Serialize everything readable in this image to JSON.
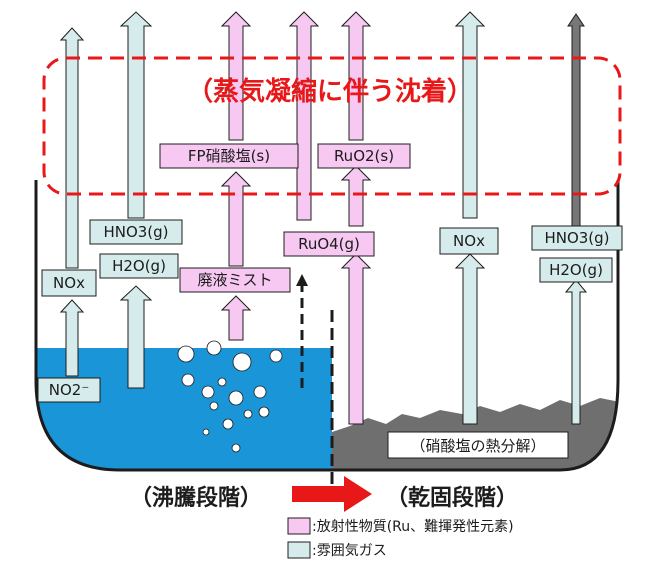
{
  "colors": {
    "pink": "#f7c8f2",
    "cyan": "#d6ecec",
    "liquid": "#1a96d8",
    "solid": "#6f6f6f",
    "red": "#e81818",
    "text": "#1c1c1c"
  },
  "condensation_label": "（蒸気凝縮に伴う沈着）",
  "labels": {
    "nox_left": "NOx",
    "no2_ion": "NO2⁻",
    "hno3_left": "HNO3(g)",
    "h2o_left": "H2O(g)",
    "fp_nitrate": "FP硝酸塩(s)",
    "waste_mist": "廃液ミスト",
    "ruo4": "RuO4(g)",
    "ruo2": "RuO2(s)",
    "nox_right": "NOx",
    "hno3_right": "HNO3(g)",
    "h2o_right": "H2O(g)"
  },
  "stages": {
    "boiling": "（沸騰段階）",
    "drying": "（乾固段階）",
    "decomposition": "（硝酸塩の熱分解）"
  },
  "legend": [
    {
      "text": ":放射性物質(Ru、難揮発性元素)",
      "color": "#f7c8f2"
    },
    {
      "text": ":雰囲気ガス",
      "color": "#d6ecec"
    }
  ]
}
